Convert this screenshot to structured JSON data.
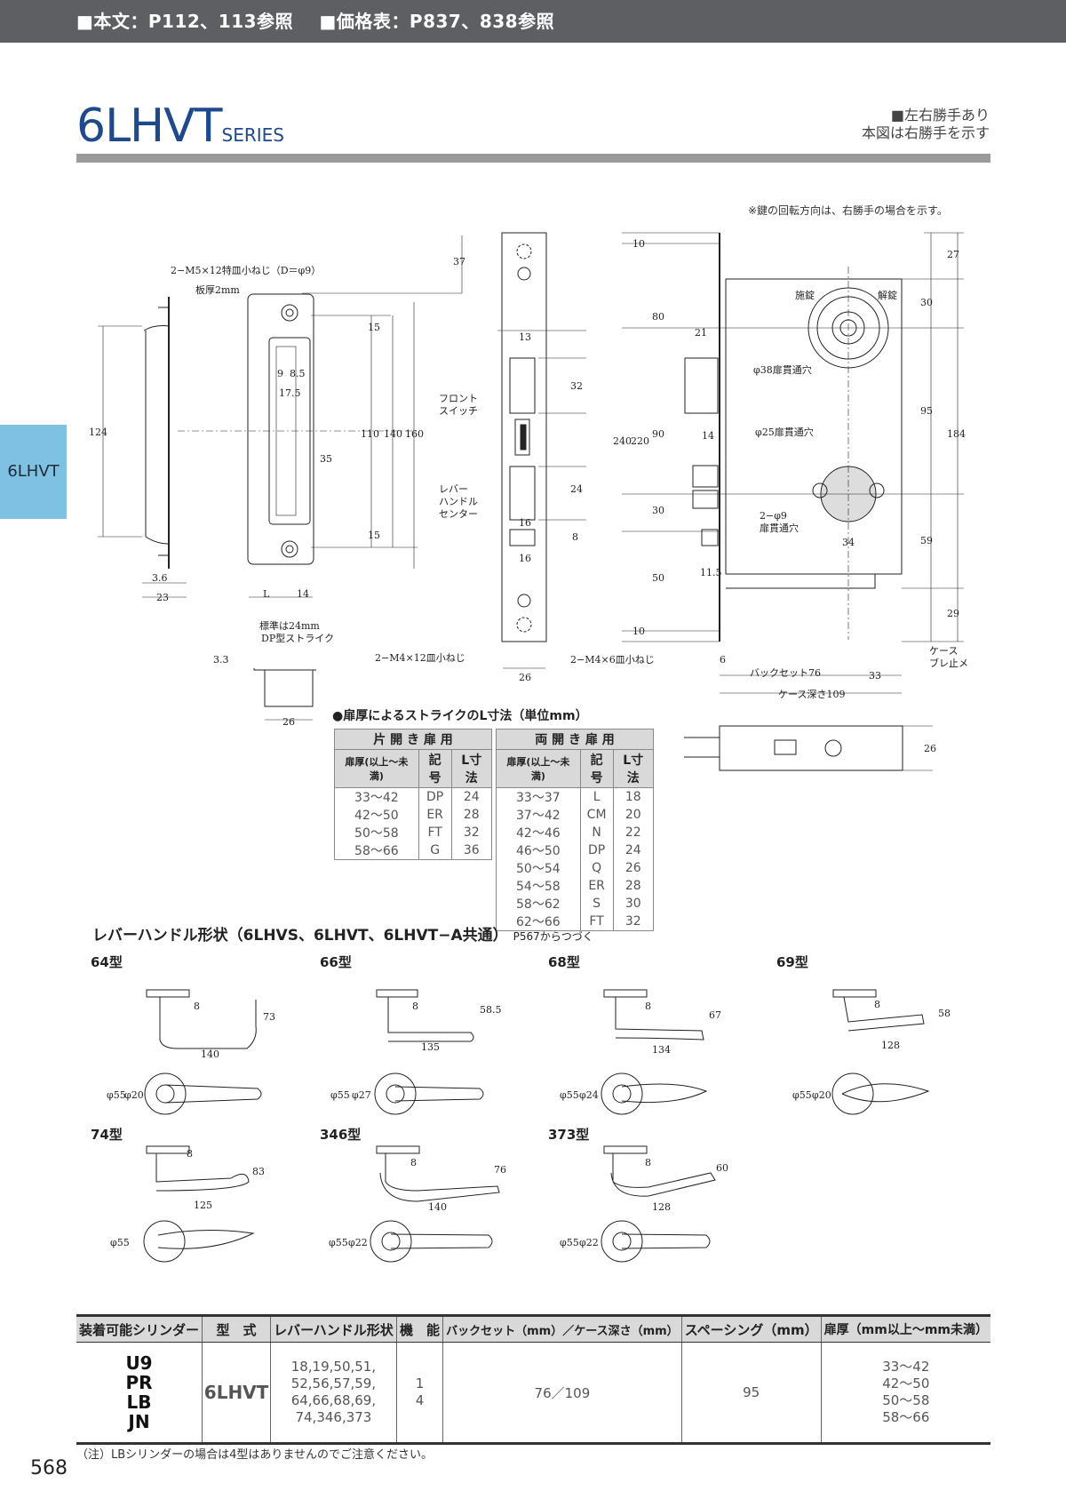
{
  "header": {
    "ref_text": "■本文：P112、113参照",
    "price_text": "■価格表：P837、838参照"
  },
  "title": {
    "model": "6LHVT",
    "series": "SERIES"
  },
  "hand_note": {
    "line1": "■左右勝手あり",
    "line2": "本図は右勝手を示す"
  },
  "side_tab": "6LHVT",
  "rotation_note": "※鍵の回転方向は、右勝手の場合を示す。",
  "drawing": {
    "labels": {
      "screw_top": "2−M5×12特皿小ねじ（D＝φ9）",
      "plate": "板厚2mm",
      "front_switch_1": "フロント",
      "front_switch_2": "スイッチ",
      "lever_center_1": "レバー",
      "lever_center_2": "ハンドル",
      "lever_center_3": "センター",
      "standard_1": "標準は24mm",
      "standard_2": "DP型ストライク",
      "screw_m4x12": "2−M4×12皿小ねじ",
      "screw_m4x6": "2−M4×6皿小ねじ",
      "locking": "施錠",
      "unlocking": "解錠",
      "hole38": "φ38扉貫通穴",
      "hole25": "φ25扉貫通穴",
      "hole9_1": "2−φ9",
      "hole9_2": "扉貫通穴",
      "case_1": "ケース",
      "case_2": "ブレ止メ",
      "backset": "バックセット76",
      "case_depth": "ケース深さ109"
    },
    "dims": {
      "d37": "37",
      "d124": "124",
      "d36": "3.6",
      "d23": "23",
      "dL": "L",
      "d14": "14",
      "d33": "3.3",
      "d26a": "26",
      "d9": "9",
      "d85": "8.5",
      "d175": "17.5",
      "d15a": "15",
      "d110": "110",
      "d140": "140",
      "d160": "160",
      "d35": "35",
      "d15b": "15",
      "d13": "13",
      "d32": "32",
      "d24": "24",
      "d16a": "16",
      "d8": "8",
      "d16b": "16",
      "d26b": "26",
      "d10a": "10",
      "d80": "80",
      "d240": "240",
      "d220": "220",
      "d90": "90",
      "d30": "30",
      "d50": "50",
      "d10b": "10",
      "d21": "21",
      "d14b": "14",
      "d115": "11.5",
      "d6": "6",
      "d27": "27",
      "d30b": "30",
      "d95": "95",
      "d184": "184",
      "d59": "59",
      "d29": "29",
      "d34": "34",
      "d33b": "33",
      "d26c": "26"
    }
  },
  "strike_table": {
    "title": "●扉厚によるストライクのL寸法（単位mm）",
    "single": {
      "group": "片 開 き 扉 用",
      "headers": [
        "扉厚(以上〜未満)",
        "記号",
        "L寸法"
      ],
      "rows": [
        [
          "33〜42",
          "DP",
          "24"
        ],
        [
          "42〜50",
          "ER",
          "28"
        ],
        [
          "50〜58",
          "FT",
          "32"
        ],
        [
          "58〜66",
          "G",
          "36"
        ]
      ]
    },
    "double": {
      "group": "両 開 き 扉 用",
      "headers": [
        "扉厚(以上〜未満)",
        "記号",
        "L寸法"
      ],
      "rows": [
        [
          "33〜37",
          "L",
          "18"
        ],
        [
          "37〜42",
          "CM",
          "20"
        ],
        [
          "42〜46",
          "N",
          "22"
        ],
        [
          "46〜50",
          "DP",
          "24"
        ],
        [
          "50〜54",
          "Q",
          "26"
        ],
        [
          "54〜58",
          "ER",
          "28"
        ],
        [
          "58〜62",
          "S",
          "30"
        ],
        [
          "62〜66",
          "FT",
          "32"
        ]
      ]
    }
  },
  "lever": {
    "title": "レバーハンドル形状（6LHVS、6LHVT、6LHVT−A共通）",
    "note": "P567からつづく",
    "types": [
      {
        "name": "64型",
        "w": "140",
        "h": "73",
        "s": "8",
        "rose": "φ55",
        "neck": "φ20"
      },
      {
        "name": "66型",
        "w": "135",
        "h": "58.5",
        "s": "8",
        "rose": "φ55",
        "neck": "φ27"
      },
      {
        "name": "68型",
        "w": "134",
        "h": "67",
        "s": "8",
        "rose": "φ55",
        "neck": "φ24"
      },
      {
        "name": "69型",
        "w": "128",
        "h": "58",
        "s": "8",
        "rose": "φ55",
        "neck": "φ20"
      },
      {
        "name": "74型",
        "w": "125",
        "h": "83",
        "s": "8",
        "rose": "φ55",
        "neck": ""
      },
      {
        "name": "346型",
        "w": "140",
        "h": "76",
        "s": "8",
        "rose": "φ55",
        "neck": "φ22"
      },
      {
        "name": "373型",
        "w": "128",
        "h": "60",
        "s": "8",
        "rose": "φ55",
        "neck": "φ22"
      }
    ]
  },
  "spec_table": {
    "headers": [
      "装着可能シリンダー",
      "型　式",
      "レバーハンドル形状",
      "機　能",
      "バックセット（mm）／ケース深さ（mm）",
      "スペーシング（mm）",
      "扉厚（mm以上〜mm未満）"
    ],
    "cylinders": [
      "U9",
      "PR",
      "LB",
      "JN"
    ],
    "model": "6LHVT",
    "lever_shapes": [
      "18,19,50,51,",
      "52,56,57,59,",
      "64,66,68,69,",
      "74,346,373"
    ],
    "functions": [
      "1",
      "4"
    ],
    "backset_case": "76／109",
    "spacing": "95",
    "door_thickness": [
      "33〜42",
      "42〜50",
      "50〜58",
      "58〜66"
    ]
  },
  "footnote": "（注）LBシリンダーの場合は4型はありませんのでご注意ください。",
  "page_number": "568"
}
